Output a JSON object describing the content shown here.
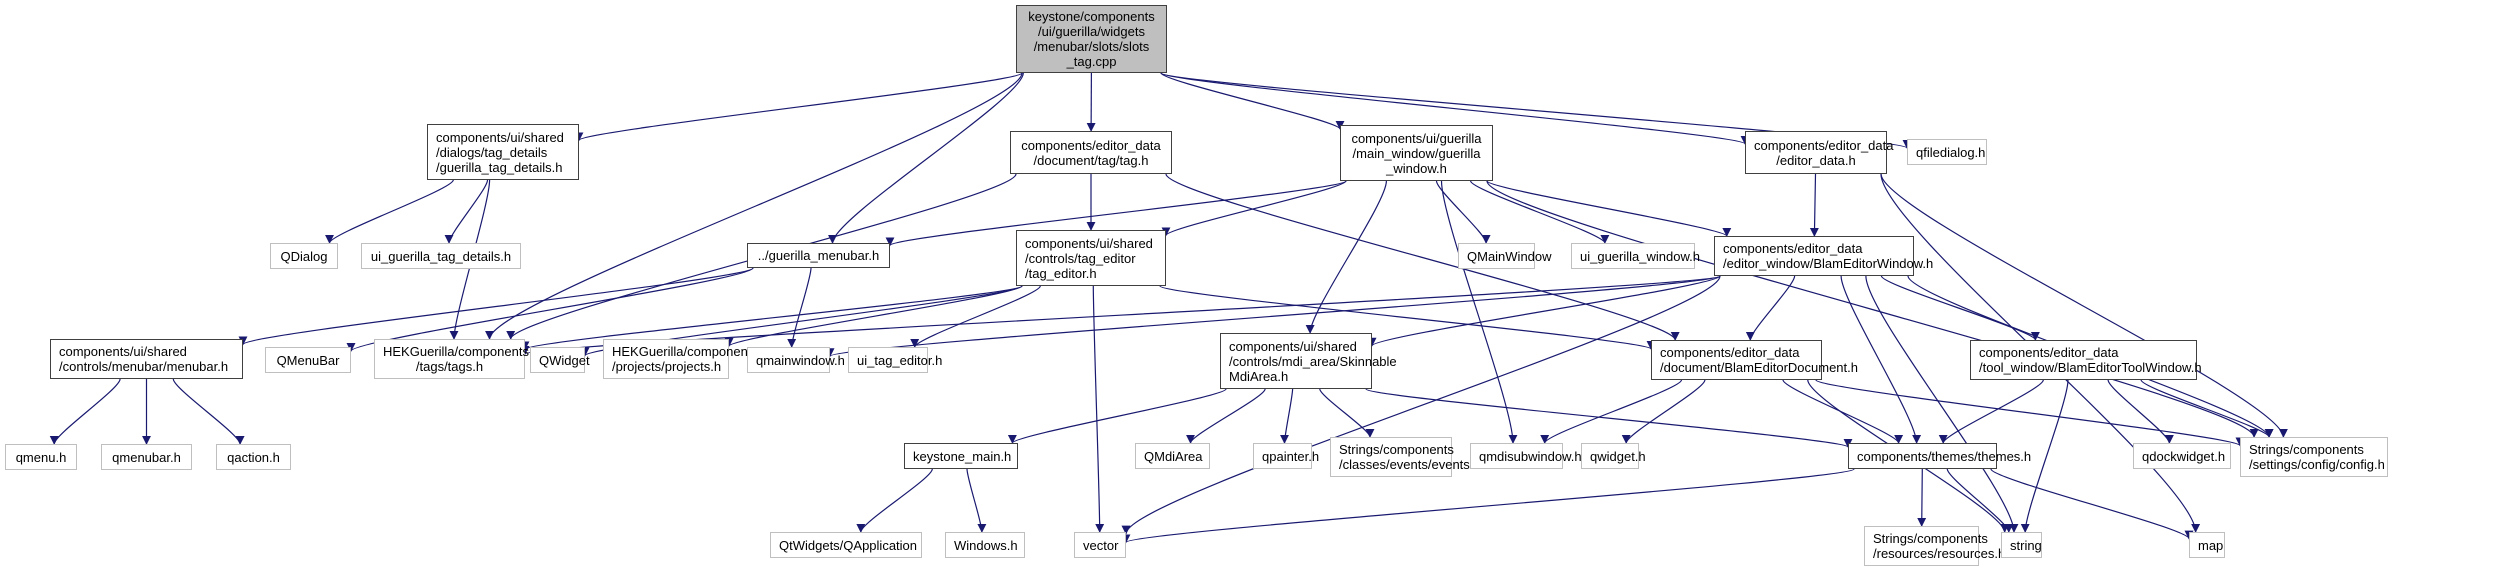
{
  "colors": {
    "edge": "#191970",
    "root_fill": "#bfbfbf",
    "local_border": "#404040",
    "external_border": "#bfbfbf"
  },
  "nodes": [
    {
      "id": "root",
      "kind": "root",
      "lines": [
        "keystone/components",
        "/ui/guerilla/widgets",
        "/menubar/slots/slots",
        "_tag.cpp"
      ]
    },
    {
      "id": "guerilla_tag_details",
      "kind": "local",
      "lines": [
        "components/ui/shared",
        "/dialogs/tag_details",
        "/guerilla_tag_details.h"
      ]
    },
    {
      "id": "tag_h",
      "kind": "local",
      "lines": [
        "components/editor_data",
        "/document/tag/tag.h"
      ]
    },
    {
      "id": "guerilla_window",
      "kind": "local",
      "lines": [
        "components/ui/guerilla",
        "/main_window/guerilla",
        "_window.h"
      ]
    },
    {
      "id": "editor_data",
      "kind": "local",
      "lines": [
        "components/editor_data",
        "/editor_data.h"
      ]
    },
    {
      "id": "qfiledialog",
      "kind": "ext",
      "lines": [
        "qfiledialog.h"
      ]
    },
    {
      "id": "qdialog",
      "kind": "ext",
      "lines": [
        "QDialog"
      ]
    },
    {
      "id": "ui_guerilla_tag_details",
      "kind": "ext",
      "lines": [
        "ui_guerilla_tag_details.h"
      ]
    },
    {
      "id": "guerilla_menubar",
      "kind": "local",
      "lines": [
        "../guerilla_menubar.h"
      ]
    },
    {
      "id": "tag_editor",
      "kind": "local",
      "lines": [
        "components/ui/shared",
        "/controls/tag_editor",
        "/tag_editor.h"
      ]
    },
    {
      "id": "qmainwindow_cls",
      "kind": "ext",
      "lines": [
        "QMainWindow"
      ]
    },
    {
      "id": "ui_guerilla_window",
      "kind": "ext",
      "lines": [
        "ui_guerilla_window.h"
      ]
    },
    {
      "id": "blam_editor_window",
      "kind": "local",
      "lines": [
        "components/editor_data",
        "/editor_window/BlamEditorWindow.h"
      ]
    },
    {
      "id": "menubar_h",
      "kind": "local",
      "lines": [
        "components/ui/shared",
        "/controls/menubar/menubar.h"
      ]
    },
    {
      "id": "qmenubar_cls",
      "kind": "ext",
      "lines": [
        "QMenuBar"
      ]
    },
    {
      "id": "tags_h",
      "kind": "ext",
      "lines": [
        "HEKGuerilla/components",
        "/tags/tags.h"
      ]
    },
    {
      "id": "qwidget_cls",
      "kind": "ext",
      "lines": [
        "QWidget"
      ]
    },
    {
      "id": "projects_h",
      "kind": "ext",
      "lines": [
        "HEKGuerilla/components",
        "/projects/projects.h"
      ]
    },
    {
      "id": "qmainwindow_h",
      "kind": "ext",
      "lines": [
        "qmainwindow.h"
      ]
    },
    {
      "id": "ui_tag_editor",
      "kind": "ext",
      "lines": [
        "ui_tag_editor.h"
      ]
    },
    {
      "id": "skinnable_mdi",
      "kind": "local",
      "lines": [
        "components/ui/shared",
        "/controls/mdi_area/Skinnable",
        "MdiArea.h"
      ]
    },
    {
      "id": "blam_editor_document",
      "kind": "local",
      "lines": [
        "components/editor_data",
        "/document/BlamEditorDocument.h"
      ]
    },
    {
      "id": "blam_editor_tool_window",
      "kind": "local",
      "lines": [
        "components/editor_data",
        "/tool_window/BlamEditorToolWindow.h"
      ]
    },
    {
      "id": "qmenu_h",
      "kind": "ext",
      "lines": [
        "qmenu.h"
      ]
    },
    {
      "id": "qmenubar_h",
      "kind": "ext",
      "lines": [
        "qmenubar.h"
      ]
    },
    {
      "id": "qaction_h",
      "kind": "ext",
      "lines": [
        "qaction.h"
      ]
    },
    {
      "id": "keystone_main",
      "kind": "local",
      "lines": [
        "keystone_main.h"
      ]
    },
    {
      "id": "qmdiarea_cls",
      "kind": "ext",
      "lines": [
        "QMdiArea"
      ]
    },
    {
      "id": "qpainter_h",
      "kind": "ext",
      "lines": [
        "qpainter.h"
      ]
    },
    {
      "id": "events_h",
      "kind": "ext",
      "lines": [
        "Strings/components",
        "/classes/events/events.h"
      ]
    },
    {
      "id": "qmdisubwindow_h",
      "kind": "ext",
      "lines": [
        "qmdisubwindow.h"
      ]
    },
    {
      "id": "qwidget_h",
      "kind": "ext",
      "lines": [
        "qwidget.h"
      ]
    },
    {
      "id": "themes_h",
      "kind": "local",
      "lines": [
        "components/themes/themes.h"
      ]
    },
    {
      "id": "qdockwidget_h",
      "kind": "ext",
      "lines": [
        "qdockwidget.h"
      ]
    },
    {
      "id": "config_h",
      "kind": "ext",
      "lines": [
        "Strings/components",
        "/settings/config/config.h"
      ]
    },
    {
      "id": "qapplication",
      "kind": "ext",
      "lines": [
        "QtWidgets/QApplication"
      ]
    },
    {
      "id": "windows_h",
      "kind": "ext",
      "lines": [
        "Windows.h"
      ]
    },
    {
      "id": "vector",
      "kind": "ext",
      "lines": [
        "vector"
      ]
    },
    {
      "id": "resources_h",
      "kind": "ext",
      "lines": [
        "Strings/components",
        "/resources/resources.h"
      ]
    },
    {
      "id": "string",
      "kind": "ext",
      "lines": [
        "string"
      ]
    },
    {
      "id": "map",
      "kind": "ext",
      "lines": [
        "map"
      ]
    }
  ],
  "edges": [
    [
      "root",
      "guerilla_tag_details"
    ],
    [
      "root",
      "tag_h"
    ],
    [
      "root",
      "guerilla_window"
    ],
    [
      "root",
      "editor_data"
    ],
    [
      "root",
      "qfiledialog"
    ],
    [
      "root",
      "guerilla_menubar"
    ],
    [
      "root",
      "tags_h"
    ],
    [
      "guerilla_tag_details",
      "qdialog"
    ],
    [
      "guerilla_tag_details",
      "ui_guerilla_tag_details"
    ],
    [
      "guerilla_tag_details",
      "tags_h"
    ],
    [
      "tag_h",
      "tag_editor"
    ],
    [
      "tag_h",
      "tags_h"
    ],
    [
      "tag_h",
      "blam_editor_document"
    ],
    [
      "guerilla_window",
      "guerilla_menubar"
    ],
    [
      "guerilla_window",
      "tag_editor"
    ],
    [
      "guerilla_window",
      "qmainwindow_cls"
    ],
    [
      "guerilla_window",
      "ui_guerilla_window"
    ],
    [
      "guerilla_window",
      "blam_editor_window"
    ],
    [
      "guerilla_window",
      "skinnable_mdi"
    ],
    [
      "guerilla_window",
      "qmdisubwindow_h"
    ],
    [
      "guerilla_window",
      "config_h"
    ],
    [
      "editor_data",
      "blam_editor_window"
    ],
    [
      "editor_data",
      "config_h"
    ],
    [
      "editor_data",
      "map"
    ],
    [
      "guerilla_menubar",
      "menubar_h"
    ],
    [
      "guerilla_menubar",
      "qmenubar_cls"
    ],
    [
      "guerilla_menubar",
      "qmainwindow_h"
    ],
    [
      "tag_editor",
      "tags_h"
    ],
    [
      "tag_editor",
      "qwidget_cls"
    ],
    [
      "tag_editor",
      "projects_h"
    ],
    [
      "tag_editor",
      "ui_tag_editor"
    ],
    [
      "tag_editor",
      "blam_editor_document"
    ],
    [
      "tag_editor",
      "vector"
    ],
    [
      "blam_editor_window",
      "tags_h"
    ],
    [
      "blam_editor_window",
      "qmainwindow_h"
    ],
    [
      "blam_editor_window",
      "skinnable_mdi"
    ],
    [
      "blam_editor_window",
      "blam_editor_document"
    ],
    [
      "blam_editor_window",
      "blam_editor_tool_window"
    ],
    [
      "blam_editor_window",
      "themes_h"
    ],
    [
      "blam_editor_window",
      "config_h"
    ],
    [
      "blam_editor_window",
      "vector"
    ],
    [
      "blam_editor_window",
      "string"
    ],
    [
      "menubar_h",
      "qmenu_h"
    ],
    [
      "menubar_h",
      "qmenubar_h"
    ],
    [
      "menubar_h",
      "qaction_h"
    ],
    [
      "skinnable_mdi",
      "keystone_main"
    ],
    [
      "skinnable_mdi",
      "qmdiarea_cls"
    ],
    [
      "skinnable_mdi",
      "qpainter_h"
    ],
    [
      "skinnable_mdi",
      "events_h"
    ],
    [
      "skinnable_mdi",
      "themes_h"
    ],
    [
      "blam_editor_document",
      "qmdisubwindow_h"
    ],
    [
      "blam_editor_document",
      "qwidget_h"
    ],
    [
      "blam_editor_document",
      "themes_h"
    ],
    [
      "blam_editor_document",
      "config_h"
    ],
    [
      "blam_editor_document",
      "string"
    ],
    [
      "blam_editor_tool_window",
      "themes_h"
    ],
    [
      "blam_editor_tool_window",
      "qdockwidget_h"
    ],
    [
      "blam_editor_tool_window",
      "config_h"
    ],
    [
      "blam_editor_tool_window",
      "string"
    ],
    [
      "keystone_main",
      "qapplication"
    ],
    [
      "keystone_main",
      "windows_h"
    ],
    [
      "themes_h",
      "vector"
    ],
    [
      "themes_h",
      "resources_h"
    ],
    [
      "themes_h",
      "string"
    ],
    [
      "themes_h",
      "map"
    ]
  ]
}
